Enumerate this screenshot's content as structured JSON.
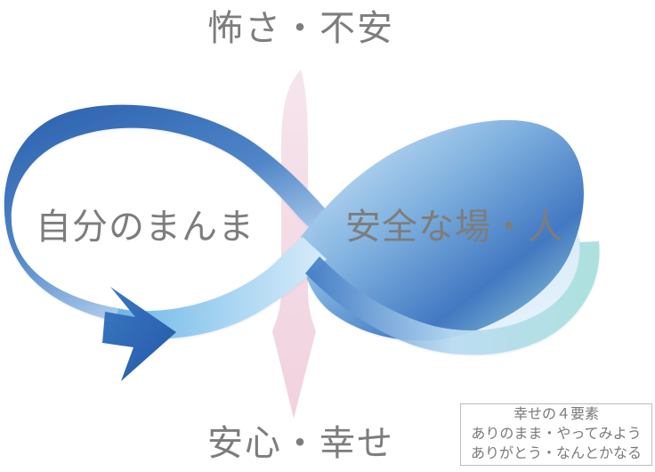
{
  "labels": {
    "top": "怖さ・不安",
    "left": "自分のまんま",
    "right": "安全な場・人",
    "bottom": "安心・幸せ"
  },
  "legend": {
    "title": "幸せの４要素",
    "items": [
      "ありのまま・やってみよう",
      "ありがとう・なんとかなる"
    ]
  },
  "colors": {
    "text": "#7d7d7d",
    "loop_dark": "#2f69b7",
    "loop_light": "#bfe0f5",
    "loop_teal": "#8fd8d3",
    "center_arrow": "#f2d6e2"
  }
}
